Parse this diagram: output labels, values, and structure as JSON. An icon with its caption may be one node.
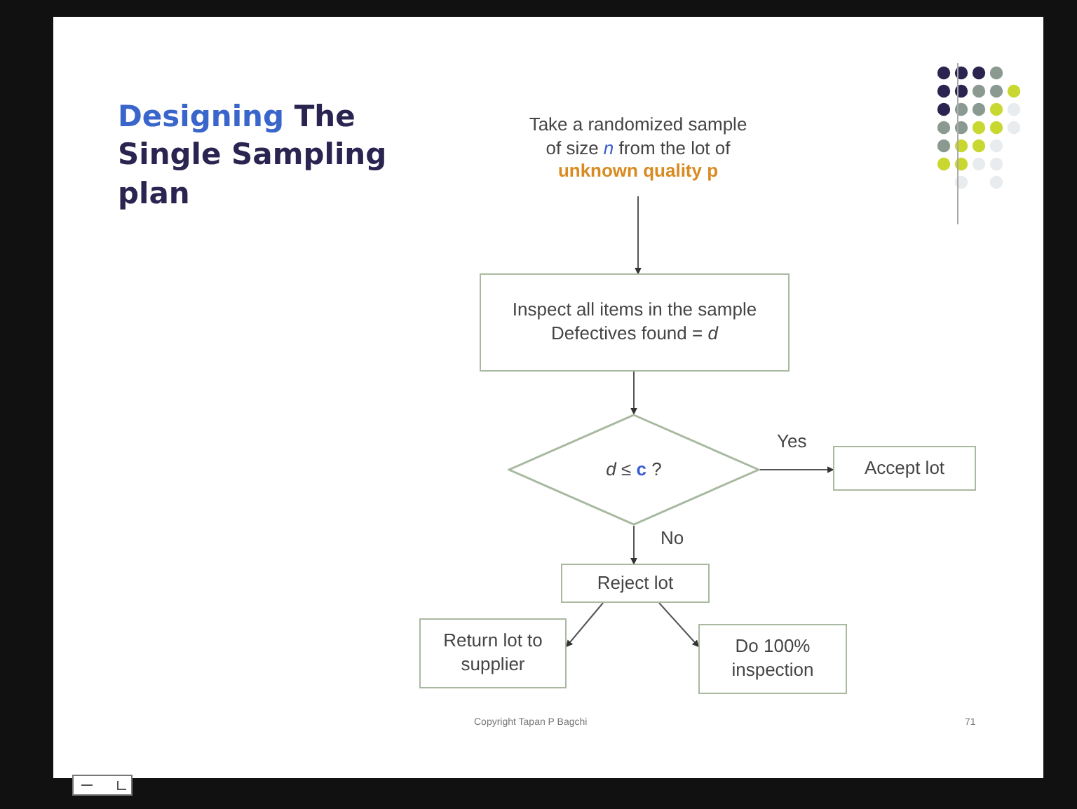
{
  "diagram": {
    "title": "*Designing* The Single Sampling plan",
    "nodes": [
      {
        "text": [
          "Take a randomized sample of size *n* from the lot of **unknown quality p**"
        ]
      },
      {
        "text": [
          "Inspect all items in the sample Defectives found = *d*"
        ]
      },
      {
        "text": [
          "*d* ≤ **c** ?"
        ]
      },
      {
        "text": [
          "Accept lot"
        ]
      },
      {
        "text": [
          "Reject lot"
        ]
      },
      {
        "text": [
          "Return lot to supplier"
        ]
      },
      {
        "text": [
          "Do 100% inspection"
        ]
      }
    ],
    "edges": [
      {
        "from": 0,
        "to": 1,
        "arrow": "to"
      },
      {
        "from": 1,
        "to": 2,
        "arrow": "to"
      },
      {
        "from": 2,
        "to": 3,
        "arrow": "to",
        "label": "Yes"
      },
      {
        "from": 2,
        "to": 4,
        "arrow": "to",
        "label": "No"
      },
      {
        "from": 4,
        "to": 5,
        "arrow": "to"
      },
      {
        "from": 4,
        "to": 6,
        "arrow": "to"
      }
    ],
    "labels": [
      "Copyright Tapan P Bagchi",
      "71"
    ]
  }
}
